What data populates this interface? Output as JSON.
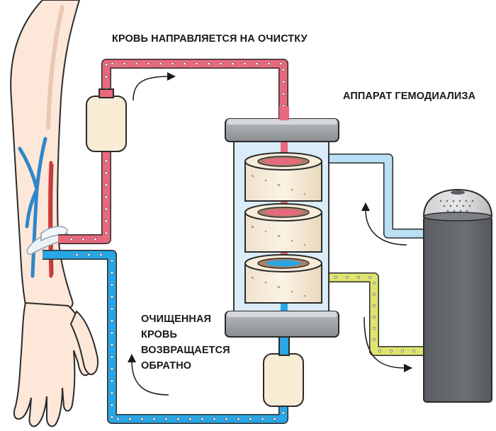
{
  "labels": {
    "blood_to_cleaning": "КРОВЬ НАПРАВЛЯЕТСЯ НА ОЧИСТКУ",
    "machine": "АППАРАТ ГЕМОДИАЛИЗА",
    "return_line1": "ОЧИЩЕННАЯ",
    "return_line2": "КРОВЬ",
    "return_line3": "ВОЗВРАЩАЕТСЯ",
    "return_line4": "ОБРАТНО"
  },
  "colors": {
    "arterial_tube": "#e8697e",
    "venous_tube": "#29a6e5",
    "dialysate_in": "#b9e0f5",
    "dialysate_out": "#dfe46f",
    "skin": "#fde7d8",
    "filter_cartridge": "#f6ecd9",
    "machine_body": "#66696d"
  }
}
